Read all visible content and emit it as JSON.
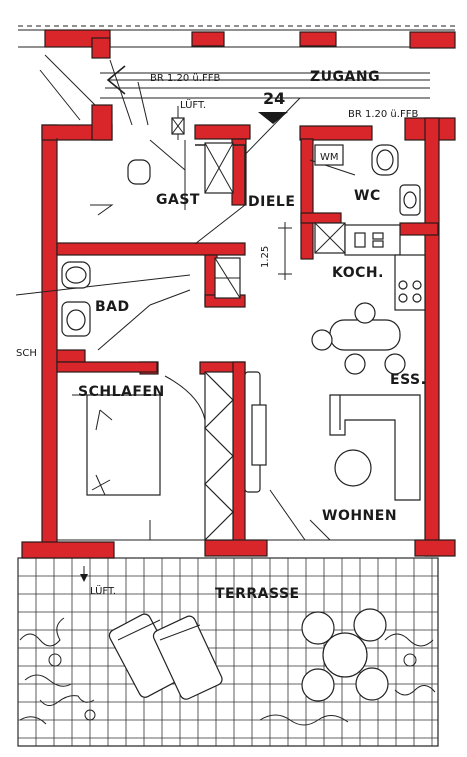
{
  "rooms": {
    "gast": "GAST",
    "diele": "DIELE",
    "wc": "WC",
    "wm": "WM",
    "bad": "BAD",
    "koch": "KOCH.",
    "ess": "ESS.",
    "schlafen": "SCHLAFEN",
    "wohnen": "WOHNEN",
    "terrasse": "TERRASSE",
    "zugang": "ZUGANG"
  },
  "annotations": {
    "br_top_left": "BR 1.20 ü.FFB",
    "br_top_right": "BR 1.20 ü.FFB",
    "lueft_top": "LÜFT.",
    "lueft_bottom": "LÜFT.",
    "unit_number": "24",
    "dim_125": "1.25",
    "edge_left": "SCH"
  }
}
